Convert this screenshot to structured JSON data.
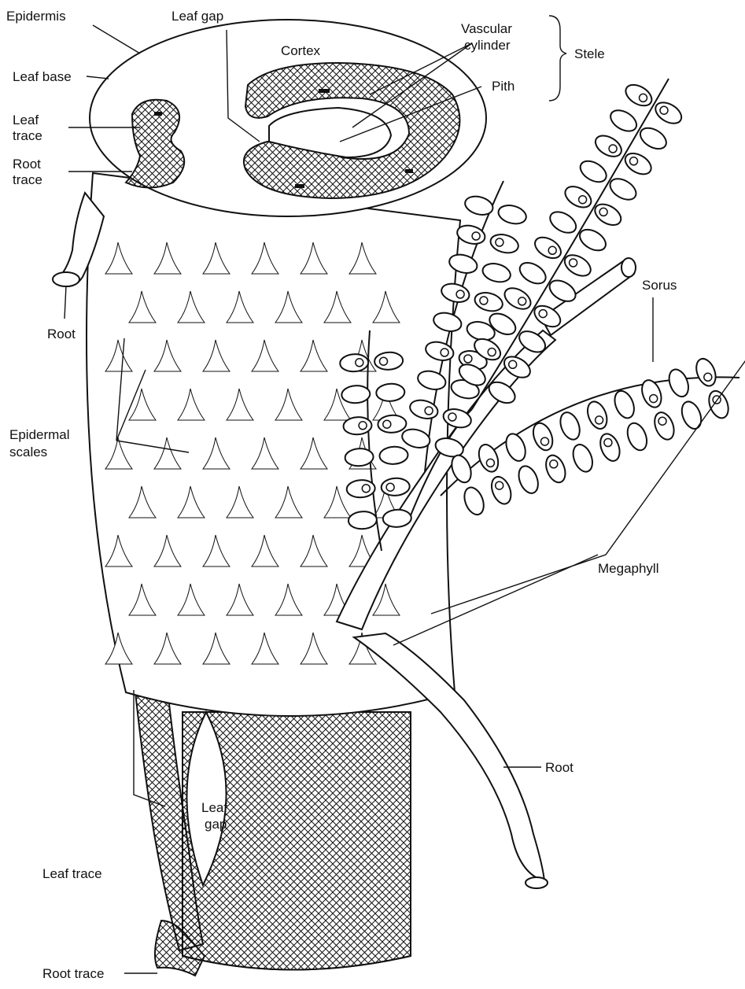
{
  "labels": {
    "epidermis": "Epidermis",
    "leaf_gap_top": "Leaf gap",
    "cortex": "Cortex",
    "vascular_cylinder_line1": "Vascular",
    "vascular_cylinder_line2": "cylinder",
    "stele": "Stele",
    "pith": "Pith",
    "leaf_base": "Leaf base",
    "leaf_trace_top_line1": "Leaf",
    "leaf_trace_top_line2": "trace",
    "root_trace_top_line1": "Root",
    "root_trace_top_line2": "trace",
    "root_left": "Root",
    "sorus": "Sorus",
    "epidermal_scales_line1": "Epidermal",
    "epidermal_scales_line2": "scales",
    "megaphyll": "Megaphyll",
    "root_right": "Root",
    "leaf_gap_bottom_line1": "Leaf",
    "leaf_gap_bottom_line2": "gap",
    "leaf_trace_bottom": "Leaf trace",
    "root_trace_bottom": "Root trace"
  },
  "colors": {
    "ink": "#111111",
    "paper": "#ffffff"
  }
}
